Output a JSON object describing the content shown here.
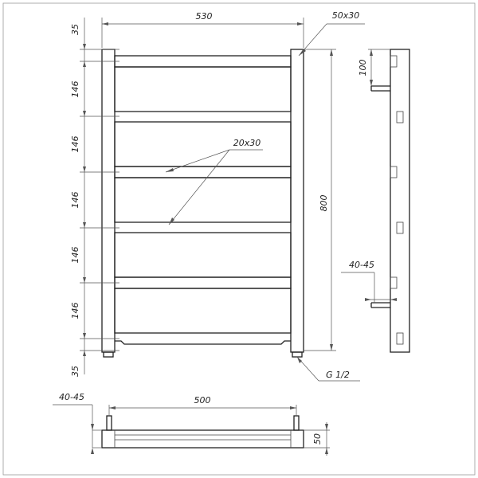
{
  "dimensions": {
    "overall_width": "530",
    "rail_profile": "50x30",
    "crossbar_profile": "20x30",
    "height": "800",
    "wall_offset_top": "100",
    "wall_offset_bottom": "40-45",
    "center_distance": "500",
    "depth": "50",
    "offset_top": "35",
    "offset_bottom": "35",
    "spacing": [
      "146",
      "146",
      "146",
      "146",
      "146"
    ],
    "bottom_view_offset": "40-45",
    "connection": "G 1/2"
  }
}
